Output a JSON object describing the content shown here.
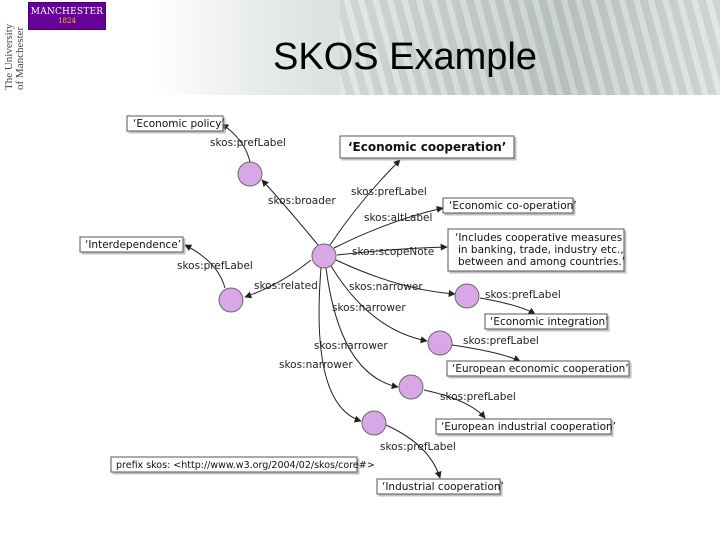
{
  "header": {
    "logo_word": "MANCHESTER",
    "logo_year": "1824",
    "university_line1": "The University",
    "university_line2": "of Manchester",
    "title": "SKOS Example"
  },
  "diagram": {
    "boxes": {
      "economic_policy": "‘Economic policy’",
      "economic_cooperation": "‘Economic cooperation’",
      "economic_co_operation": "‘Economic co-operation’",
      "interdependence": "‘Interdependence’",
      "scope_note_1": "‘Includes cooperative measures",
      "scope_note_2": "in banking, trade, industry etc.,",
      "scope_note_3": "between and among countries.’",
      "economic_integration": "‘Economic integration’",
      "european_economic_cooperation": "‘European economic cooperation’",
      "european_industrial_cooperation": "‘European industrial cooperation’",
      "industrial_cooperation": "‘Industrial cooperation’",
      "prefix": "prefix skos: <http://www.w3.org/2004/02/skos/core#>"
    },
    "edge_labels": {
      "pref_policy": "skos:prefLabel",
      "broader": "skos:broader",
      "pref_main": "skos:prefLabel",
      "alt_main": "skos:altLabel",
      "scope_note": "skos:scopeNote",
      "pref_interdependence": "skos:prefLabel",
      "related": "skos:related",
      "narrower_1": "skos:narrower",
      "narrower_2": "skos:narrower",
      "narrower_3": "skos:narrower",
      "narrower_4": "skos:narrower",
      "pref_integration": "skos:prefLabel",
      "pref_european_economic": "skos:prefLabel",
      "pref_european_industrial": "skos:prefLabel",
      "pref_industrial": "skos:prefLabel"
    },
    "node_color": "#d9a6e6",
    "node_stroke": "#6a6a6a"
  }
}
